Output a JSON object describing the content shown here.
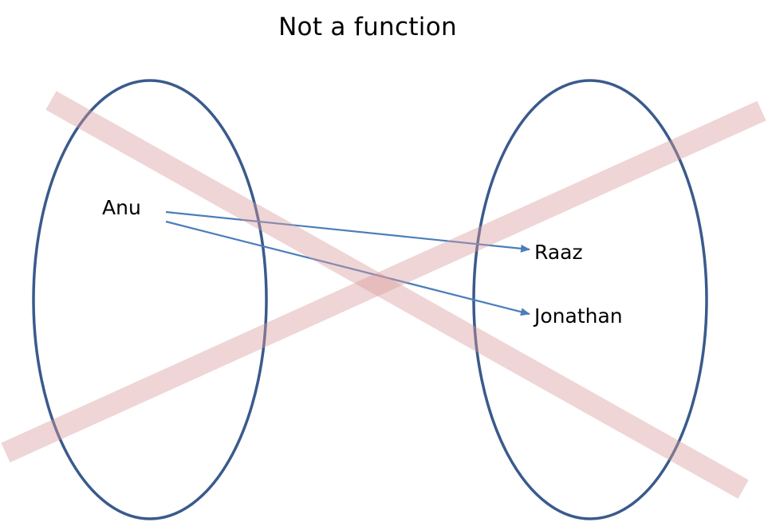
{
  "title": "Not a function",
  "domain_set": {
    "elements": [
      "Anu"
    ]
  },
  "codomain_set": {
    "elements": [
      "Raaz",
      "Jonathan"
    ]
  },
  "mappings": [
    {
      "from": "Anu",
      "to": "Raaz"
    },
    {
      "from": "Anu",
      "to": "Jonathan"
    }
  ],
  "colors": {
    "ellipse_stroke": "#3a5a8c",
    "arrow": "#4a7ebb",
    "cross": "#e6b3b3"
  }
}
